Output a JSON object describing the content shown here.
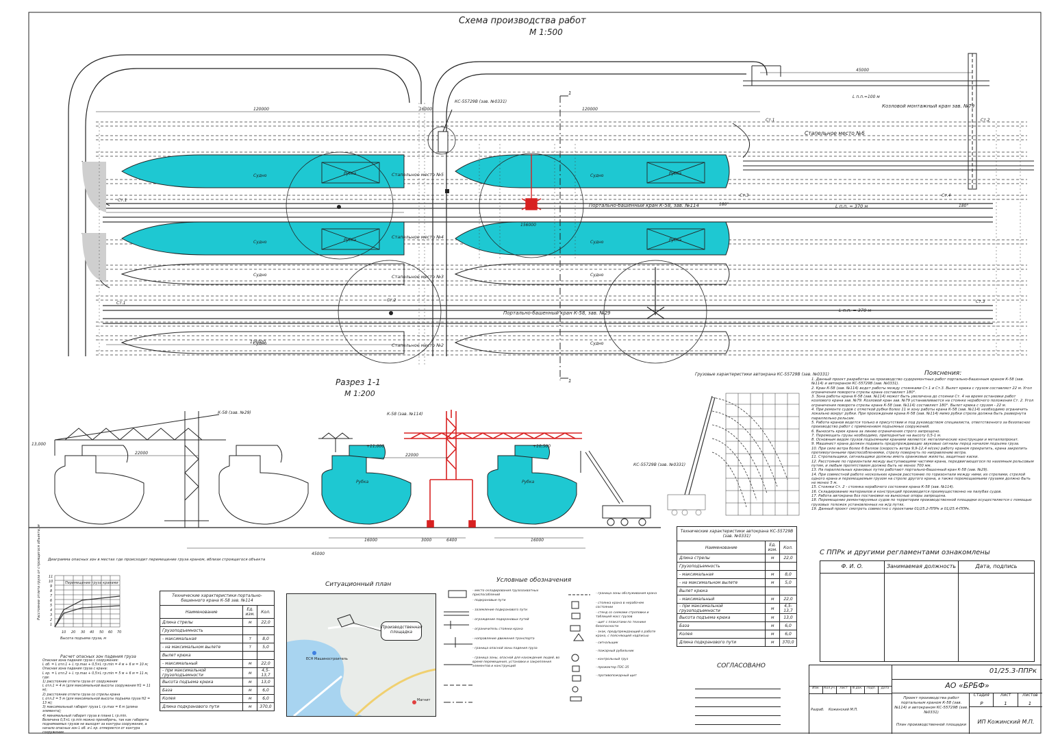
{
  "titles": {
    "main": "Схема производства работ",
    "main_scale": "М 1:500",
    "section": "Разрез 1-1",
    "section_scale": "М 1:200",
    "site_plan": "Ситуационный план",
    "legend": "Условные обозначения",
    "notes": "Пояснения:",
    "acquainted": "С ППРк и другими регламентами ознакомлены",
    "agreed": "СОГЛАСОВАНО",
    "autocrane_chart": "Грузовые характеристики автокрана КС-55729В (зав. №0331)",
    "danger_diagram": "Диаграмма опасных зон в местах где происходит перемещение груза краном, вблизи строящегося объекта",
    "calc": "Расчет опасных зон падения груза"
  },
  "plan_labels": {
    "berth6": "Стапельное место №6",
    "berth5": "Стапельное место №5",
    "berth4": "Стапельное место №4",
    "berth3": "Стапельное место №3",
    "berth2": "Стапельное место №2",
    "crane114": "Портально-башенный кран К-58, зав. №114",
    "crane29": "Портально-башенный кран К-58, зав. №29",
    "gantry": "Козловой монтажный кран зав. №79",
    "autocrane": "КС-55729В (зав. №0331)",
    "ship": "Судно",
    "wheelhouse": "Рубка",
    "track_length": "L п.п. = 370 м",
    "gantry_length": "L п.п.=100 м",
    "dim_120000": "120000",
    "dim_16000": "16000",
    "dim_45000": "45000",
    "dim_115000": "115000",
    "dim_156000": "156000",
    "st1": "Ст.1",
    "st2": "Ст.2",
    "st3": "Ст.3",
    "st4": "Ст.4",
    "deg180": "180°",
    "section_mark": "1"
  },
  "section_labels": {
    "crane29": "К-58 (зав. №29)",
    "crane114": "К-58 (зав. №114)",
    "autocrane": "КС-55729В (зав. №0331)",
    "dim_22000": "22000",
    "dim_16000": "16000",
    "dim_3000": "3000",
    "dim_6400": "6400",
    "dim_45000": "45000",
    "wheelhouse": "Рубка",
    "level_13000": "13,000",
    "level_11000": "+11,000",
    "level_10500": "+10,500"
  },
  "colors": {
    "ship_fill": "#1ec8d2",
    "crane_red": "#d82020",
    "line": "#222222"
  },
  "spec_k58": {
    "title": "Технические характеристики портально-башенного крана К-58 зав. №114",
    "headers": [
      "Наименование",
      "Ед. изм.",
      "Кол."
    ],
    "rows": [
      [
        "Длина стрелы",
        "м",
        "22,0"
      ],
      [
        "Грузоподъемность",
        "",
        ""
      ],
      [
        "- максимальная",
        "т",
        "8,0"
      ],
      [
        "- на максимальном вылете",
        "т",
        "5,0"
      ],
      [
        "Вылет крюка",
        "",
        ""
      ],
      [
        "- максимальный",
        "м",
        "22,0"
      ],
      [
        "- при максимальной грузоподъемности",
        "м",
        "4,5-13,7"
      ],
      [
        "Высота подъема крюка",
        "м",
        "13,0"
      ],
      [
        "База",
        "м",
        "6,0"
      ],
      [
        "Колея",
        "м",
        "6,0"
      ],
      [
        "Длина подкранового пути",
        "м",
        "370,0"
      ]
    ]
  },
  "spec_auto": {
    "title": "Технические характеристики автокрана КС-55729В (зав. №0331)",
    "headers": [
      "Наименование",
      "Ед. изм.",
      "Кол."
    ],
    "rows": [
      [
        "Длина стрелы",
        "м",
        "22,0"
      ],
      [
        "Грузоподъемность",
        "",
        ""
      ],
      [
        "- максимальная",
        "м",
        "8,0"
      ],
      [
        "- на максимальном вылете",
        "м",
        "5,0"
      ],
      [
        "Вылет крюка",
        "",
        ""
      ],
      [
        "- максимальный",
        "м",
        "22,0"
      ],
      [
        "- при максимальной грузоподъемности",
        "м",
        "4,5-13,7"
      ],
      [
        "Высота подъема крюка",
        "м",
        "13,0"
      ],
      [
        "База",
        "м",
        "6,0"
      ],
      [
        "Колея",
        "м",
        "6,0"
      ],
      [
        "Длина подкранового пути",
        "м",
        "370,0"
      ]
    ]
  },
  "ack_table": {
    "headers": [
      "Ф. И. О.",
      "Занимаемая должность",
      "Дата, подпись"
    ]
  },
  "site_plan": {
    "callout": "Производственная площадка",
    "poi": "Магнит",
    "river": "ЕСН Машиностроитель"
  },
  "legend_items": [
    "- место складирования грузозахватных приспособлений",
    "- подкрановые пути",
    "- заземление подкранового пути",
    "- ограждение подкрановых путей",
    "- ограничитель стоянки крана",
    "- направление движения транспорта",
    "- граница опасной зоны падения груза",
    "- граница зоны, опасной для нахождения людей, во время перемещения, установки и закрепления элементов и конструкций",
    "- граница зоны обслуживания крана",
    "- стоянка крана в нерабочем состоянии",
    "- стенд со схемами строповки и таблицей масс грузов",
    "- щит с плакатами по технике безопасности",
    "- знак, предупреждающий о работе крана, с поясняющей надписью",
    "- сигнальщик",
    "- пожарный рубильник",
    "- контрольный груз",
    "- прожектор ПЗС-35",
    "- противопожарный щит"
  ],
  "notes": [
    "1. Данный проект разработан на производство судоремонтных работ портально-башенным краном К-58 (зав. №114) и автокраном КС-55729В (зав. №0331).",
    "2. Кран К-58 (зав. №114) ведет работы между стоянками Ст.1 и Ст.3. Вылет крюка с грузом составляет 22 м. Угол ограничения поворота стрелы крана составляет 180°.",
    "3. Зона работы крана К-58 (зав. №114) может быть увеличена до стоянки Ст. 4 на время остановки работ козлового крана зав. №79. Козловой кран зав. №79 устанавливается на стоянке нерабочего положения Ст. 2. Угол ограничения поворота стрелы крана К-58 (зав. №114) составляет 180°. Вылет крюка с грузом - 22 м.",
    "4. При ремонте судов с отметкой рубки более 11 м зону работы крана К-58 (зав. №114) необходимо ограничить локально вокруг рубки. При прохождении крана К-58 (зав. №114) мимо рубки стрела должна быть развернута параллельно рельсам.",
    "5. Работа кранов ведется только в присутствии и под руководством специалиста, ответственного за безопасное производство работ с применением подъемных сооружений.",
    "6. Выносить крюк крана за линию ограничения строго запрещено.",
    "7. Перемещать грузы необходимо, приподнятые на высоту 0,5-1 м.",
    "8. Основным видом грузов подъемными кранами являются: металлические конструкции и металлопрокат.",
    "9. Машинист крана должен подавать предупреждающие звуковые сигналы перед началом подъема груза.",
    "10. При силе ветра более 6 баллов (скорость ветра 9,9-12,4 м/сек) работу краном прекратить, крана закрепить противоугонными приспособлениями, стрелу повернуть по направлению ветра.",
    "11. Стропальщики, сигнальщики должны иметь оранжевые жилеты, защитные каски.",
    "12. Расстояние по горизонтали между выступающими частями крана, передвигающегося по наземным рельсовым путям, и любым препятствием должно быть не менее 700 мм.",
    "13. На параллельных крановых путях работают портально-башенный кран К-58 (зав. №29).",
    "14. При совместной работе нескольких кранов расстояние по горизонтали между ними, их стрелами, стрелой одного крана и перемещаемым грузом на стреле другого крана, а также перемещаемыми грузами должно быть не менее 5 м.",
    "15. Стоянки Ст. 2 - стоянка нерабочего состояния крана К-58 (зав. №114).",
    "16. Складирование материалов и конструкций производится преимущественно на палубах судов.",
    "17. Работа автокрана без постановки на выносные опоры запрещена.",
    "18. Перемещение ремонтируемых судов по территории производственной площадки осуществляется с помощью грузовых тележек установленных на ж/д путях.",
    "19. Данный проект смотреть совместно с проектами 01/25.2-ППРк и 01/25.4-ППРк."
  ],
  "calc_text": [
    "Опасная зона падения груза с сооружения:",
    "L об. = L отл.1 + L гр.max + 0,5×L гр.min = 4 м + 6 м = 10 м;",
    "Опасная зона падения груза с крана:",
    "L кр. = L отл.2 + L гр.max + 0,5×L гр.min = 5 м + 6 м = 11 м, где:",
    "1) расстояние отлета груза от сооружения",
    "L отл.1 = 4 м (для максимальной высоты сооружения H1 = 11 м);",
    "2) расстояние отлета груза со стрелы крана",
    "L отл.2 = 5 м (для максимальной высоты подъема груза H2 = 13 м);",
    "3) максимальный габарит груза L гр.max = 6 м (длина элемента);",
    "4) минимальный габарит груза в плане L гр.min.",
    "Величина 0,5×L гр.min можно пренебречь, так как габариты поднимаемых грузов не выходят за контуры сооружения, а начало опасных зон L об. и L кр. отмеряется от контура сооружения."
  ],
  "danger_chart": {
    "ylabel": "Расстояние отлета груза от строящегося объекта, м",
    "xlabel": "Высота подъема груза, м",
    "curve_label": "Перемещение груза кранами",
    "x_ticks": [
      "10",
      "20",
      "30",
      "40",
      "50",
      "60",
      "70"
    ],
    "y_ticks": [
      "1",
      "2",
      "3",
      "4",
      "5",
      "6",
      "7",
      "8",
      "9",
      "10",
      "11"
    ]
  },
  "title_block": {
    "code": "01/25.3-ППРк",
    "org": "АО «БРБФ»",
    "project": "Проект производства работ портальным краном К-58 (зав. №114) и автокраном КС-55729В (зав. №0331)",
    "sheet_name": "План производственной площадки",
    "stage_label": "Стадия",
    "sheet_label": "Лист",
    "sheets_label": "Листов",
    "stage": "Р",
    "sheet": "1",
    "sheets": "1",
    "author_role": "Разраб.",
    "author": "Кожинский М.П.",
    "company": "ИП Кожинский М.П.",
    "cols": [
      "Изм.",
      "Кол.уч.",
      "Лист",
      "N док.",
      "Подп.",
      "Дата"
    ]
  }
}
